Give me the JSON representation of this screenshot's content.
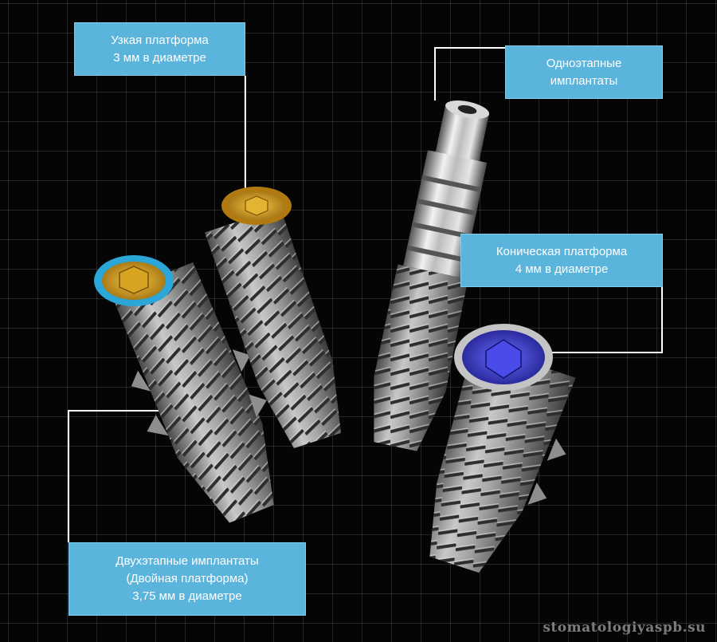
{
  "labels": {
    "narrow": {
      "line1": "Узкая платформа",
      "line2": "3 мм в диаметре"
    },
    "one_stage": {
      "line1": "Одноэтапные",
      "line2": "имплантаты"
    },
    "conical": {
      "line1": "Коническая платформа",
      "line2": "4 мм в диаметре"
    },
    "two_stage": {
      "line1": "Двухэтапные имплантаты",
      "line2": "(Двойная платформа)",
      "line3": "3,75 мм в диаметре"
    }
  },
  "watermark": "stomatologiyaspb.su",
  "colors": {
    "label_bg": "#5bb4dc",
    "leader_line": "#ffffff",
    "background": "#050505",
    "titanium": "#9a9a9a",
    "gold_socket": "#d9a520",
    "blue_socket": "#3a3ad8"
  }
}
